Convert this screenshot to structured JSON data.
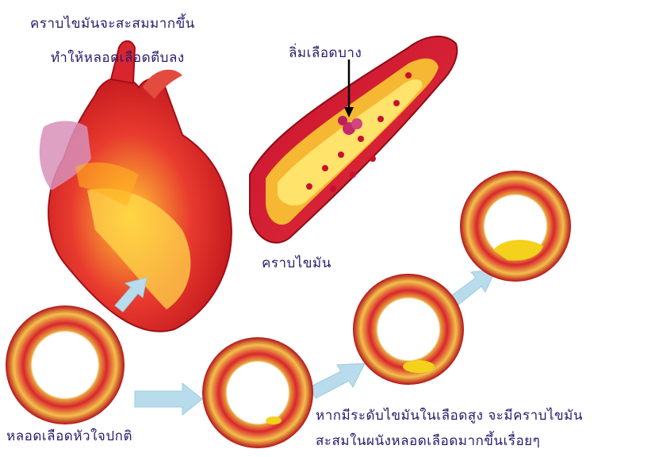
{
  "captions": {
    "top_line1": "คราบไขมันจะสะสมมากขึ้น",
    "top_line2": "ทำให้หลอดเลือดตีบลง",
    "clot": "ลิ่มเลือดบาง",
    "plaque": "คราบไขมัน",
    "normal_vessel": "หลอดเลือดหัวใจปกติ",
    "bottom_line1": "หากมีระดับไขมันในเลือดสูง จะมีคราบไขมัน",
    "bottom_line2": "สะสมในผนังหลอดเลือดมากขึ้นเรื่อยๆ"
  },
  "colors": {
    "vessel_outer": "#c8102e",
    "vessel_wall": "#e8a23a",
    "vessel_inner": "#ffe36a",
    "plaque": "#f4d21c",
    "arrow": "#b9dcec",
    "text": "#2a1a6e"
  },
  "figures": [
    "heart-illustration",
    "artery-cross-section",
    "vessel-ring-normal",
    "vessel-ring-stage-1",
    "vessel-ring-stage-2",
    "vessel-ring-stage-3"
  ]
}
